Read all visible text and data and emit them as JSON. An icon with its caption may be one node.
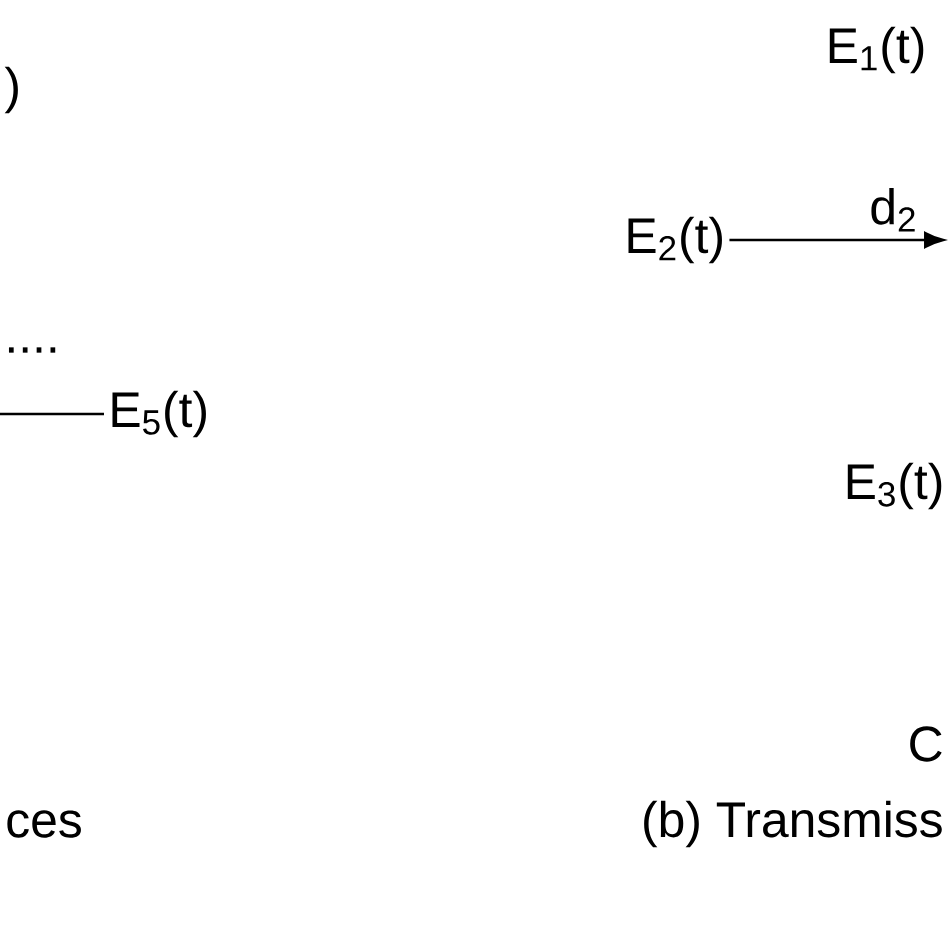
{
  "diagram": {
    "nodes": [
      {
        "text": [
          "E$_{5}$(t)"
        ]
      },
      {
        "text": [
          "E$_{2}$(t)"
        ]
      }
    ],
    "edges": [
      {
        "from": null,
        "to": 0,
        "arrow": "none"
      },
      {
        "from": 1,
        "to": null,
        "arrow": "to",
        "label": "d$_{2}$"
      }
    ],
    "labels": [
      ")",
      "E$_{1}$(t)",
      "....",
      "E$_{3}$(t)",
      "C",
      "ces",
      "(b) Transmiss"
    ]
  }
}
